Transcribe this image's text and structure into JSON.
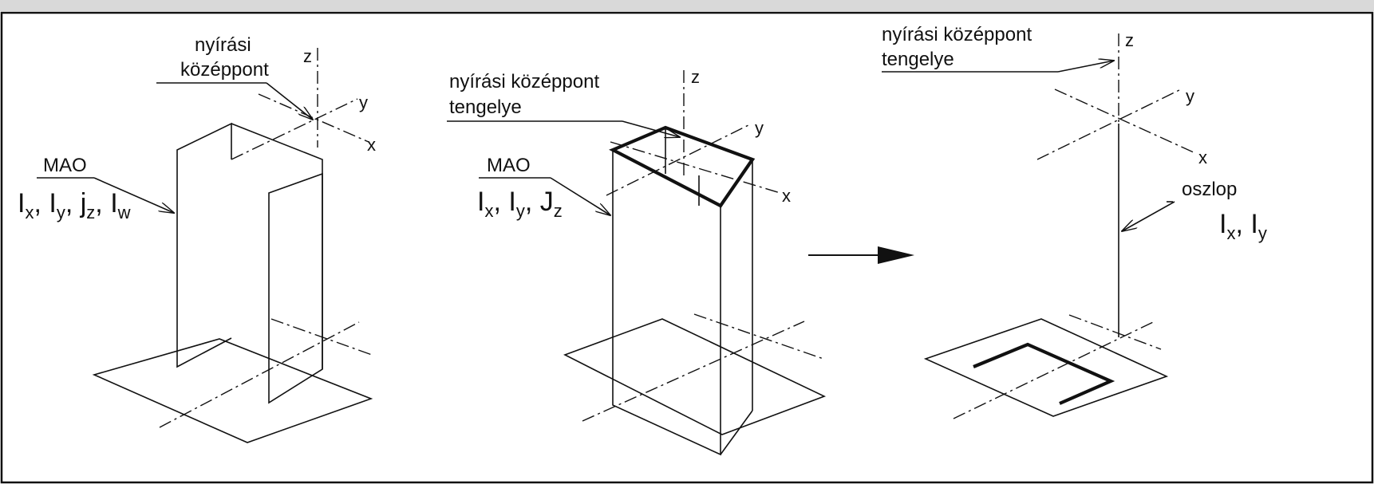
{
  "left_panel": {
    "shear_center": [
      "nyírási",
      "középpont"
    ],
    "mao": "MAO",
    "props": [
      {
        "base": "I",
        "sub": "x"
      },
      {
        "base": "I",
        "sub": "y"
      },
      {
        "base": "j",
        "sub": "z"
      },
      {
        "base": "I",
        "sub": "w"
      }
    ],
    "axes": {
      "z": "z",
      "y": "y",
      "x": "x"
    }
  },
  "middle_panel": {
    "shear_axis": [
      "nyírási középpont",
      "tengelye"
    ],
    "mao": "MAO",
    "props": [
      {
        "base": "I",
        "sub": "x"
      },
      {
        "base": "I",
        "sub": "y"
      },
      {
        "base": "J",
        "sub": "z"
      }
    ],
    "axes": {
      "z": "z",
      "y": "y",
      "x": "x"
    }
  },
  "right_panel": {
    "shear_axis": [
      "nyírási középpont",
      "tengelye"
    ],
    "column": "oszlop",
    "props": [
      {
        "base": "I",
        "sub": "x"
      },
      {
        "base": "I",
        "sub": "y"
      }
    ],
    "axes": {
      "z": "z",
      "y": "y",
      "x": "x"
    }
  }
}
